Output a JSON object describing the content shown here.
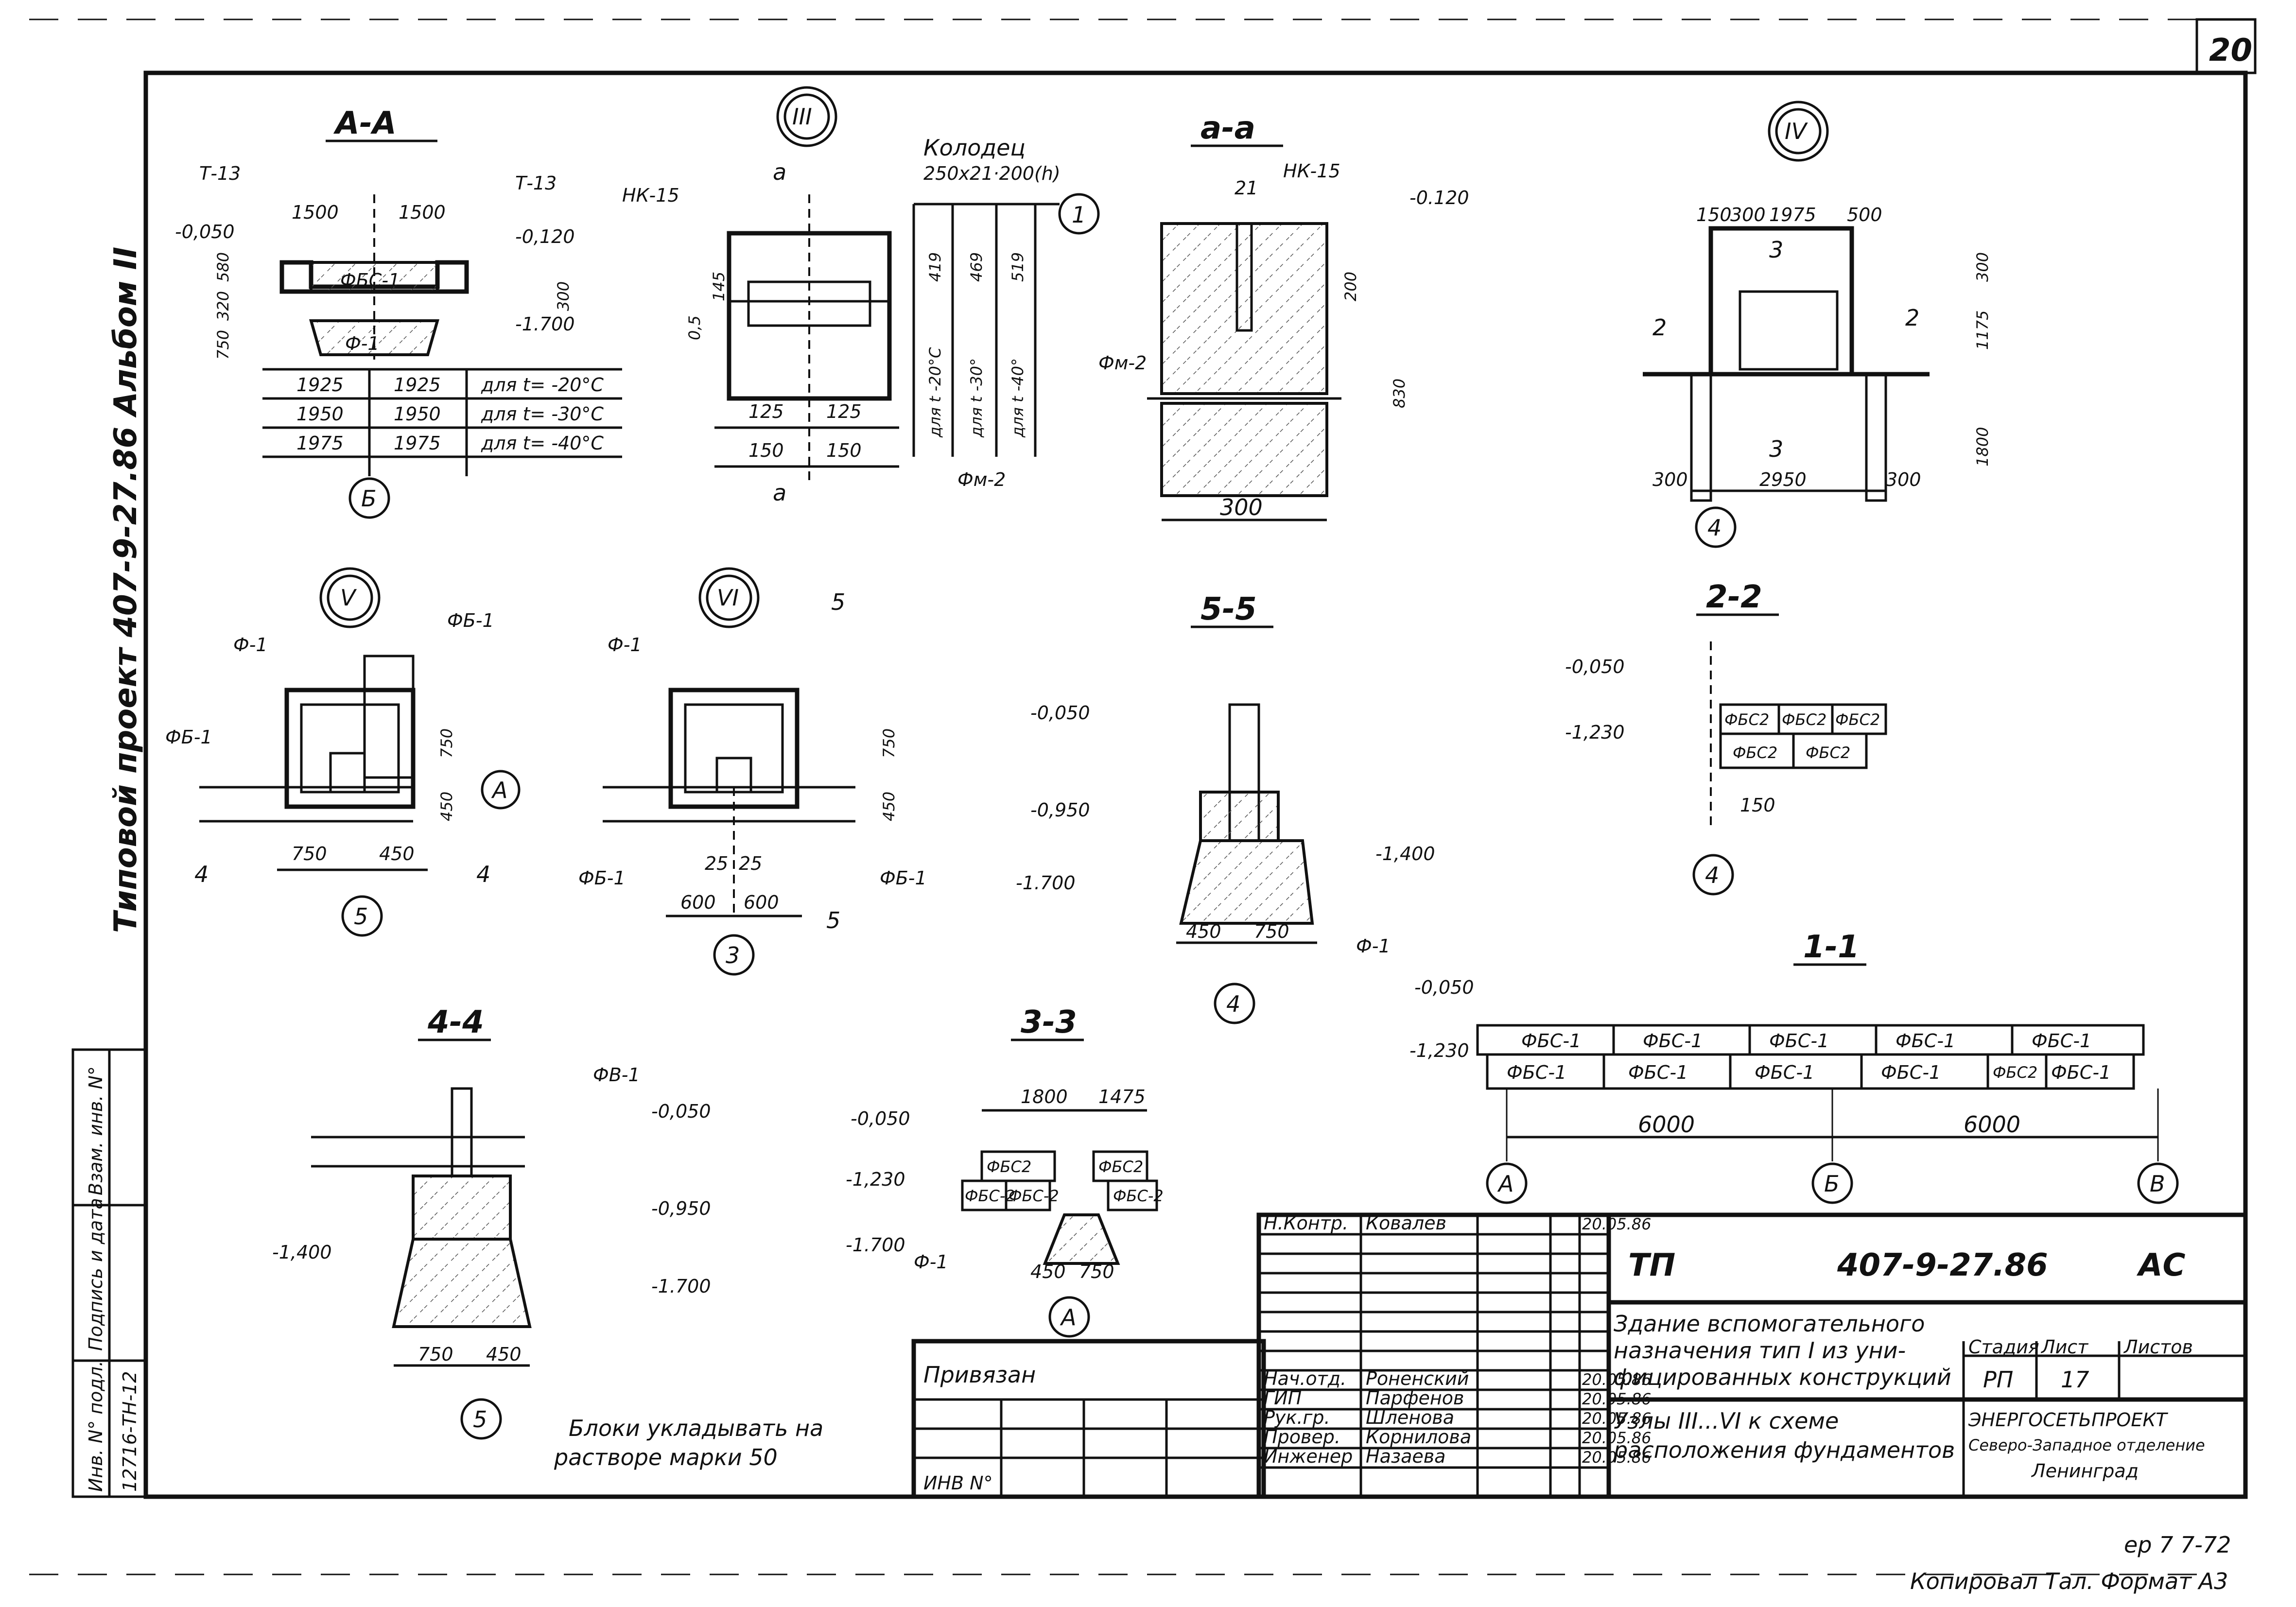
{
  "sheet": {
    "number": "20",
    "side_label": "Типовой проект 407-9-27.86 Альбом II",
    "bottom_note": "Копировал Тал. Формат А3",
    "corner_scribble": "ер 7 7-72"
  },
  "views": {
    "aa": {
      "title": "А-А",
      "t13_left": "Т-13",
      "t13_right": "Т-13",
      "lvl_left": "-0,050",
      "lvl_right": "-0,120",
      "lvl_bottom": "-1.700",
      "dim_1500_l": "1500",
      "dim_1500_r": "1500",
      "fbs": "ФБС-1",
      "f1": "Ф-1",
      "dim_580": "580",
      "dim_320": "320",
      "dim_750": "750",
      "dim_300": "300",
      "table": [
        [
          "1925",
          "1925",
          "для t= -20°С"
        ],
        [
          "1950",
          "1950",
          "для t= -30°С"
        ],
        [
          "1975",
          "1975",
          "для t= -40°С"
        ]
      ],
      "axis": "Б"
    },
    "n3": {
      "roman": "III",
      "well": "Колодец",
      "well_dim": "250x21·200(h)",
      "mark": "1",
      "nk": "НК-15",
      "fm": "Фм-2",
      "cut_a": "а",
      "dim_125_l": "125",
      "dim_125_r": "125",
      "dim_150_l": "150",
      "dim_150_r": "150",
      "dim_145": "145",
      "dim_05": "0,5",
      "depths": [
        "419",
        "469",
        "519"
      ],
      "temps": [
        "для t -20°С",
        "для t -30°",
        "для t -40°"
      ]
    },
    "a_a": {
      "title": "а-а",
      "nk": "НК-15",
      "lvl": "-0.120",
      "dim_21": "21",
      "dim_200": "200",
      "dim_830": "830",
      "fm": "Фм-2",
      "width": "300"
    },
    "n4": {
      "roman": "IV",
      "dims_top": [
        "150",
        "300",
        "1975",
        "500"
      ],
      "sec3": "3",
      "sec2": "2",
      "dim_300": "300",
      "dim_1175": "1175",
      "dim_1800": "1800",
      "bottom": [
        "300",
        "2950",
        "300"
      ],
      "axis": "4"
    },
    "n5": {
      "roman": "V",
      "fb1_top": "ФБ-1",
      "f1": "Ф-1",
      "fb1_left": "ФБ-1",
      "dim_750": "750",
      "dim_450": "450",
      "bot_750": "750",
      "bot_450": "450",
      "axis_a": "А",
      "axis_5": "5",
      "sec4": "4"
    },
    "n6": {
      "roman": "VI",
      "f1": "Ф-1",
      "fb1_l": "ФБ-1",
      "fb1_r": "ФБ-1",
      "dim_750": "750",
      "dim_450": "450",
      "dims_25": [
        "25",
        "25"
      ],
      "dims_600": [
        "600",
        "600"
      ],
      "axis": "3",
      "sec5": "5"
    },
    "s55": {
      "title": "5-5",
      "lvls": [
        "-0,050",
        "-0,950",
        "-1.700",
        "-1,400"
      ],
      "dims": [
        "450",
        "750"
      ],
      "f1": "Ф-1",
      "axis": "4"
    },
    "s22": {
      "title": "2-2",
      "lvls": [
        "-0,050",
        "-1,230"
      ],
      "blocks_top": [
        "ФБС2",
        "ФБС2",
        "ФБС2"
      ],
      "blocks_bot": [
        "ФБС2",
        "ФБС2"
      ],
      "dim": "150",
      "axis": "4"
    },
    "s11": {
      "title": "1-1",
      "lvls": [
        "-0,050",
        "-1,230"
      ],
      "row_top": [
        "ФБС-1",
        "ФБС-1",
        "ФБС-1",
        "ФБС-1",
        "ФБС-1"
      ],
      "row_bot": [
        "ФБС-1",
        "ФБС-1",
        "ФБС-1",
        "ФБС-1",
        "ФБС2",
        "ФБС-1"
      ],
      "spans": [
        "6000",
        "6000"
      ],
      "axes": [
        "А",
        "Б",
        "В"
      ]
    },
    "s44": {
      "title": "4-4",
      "fv": "ФВ-1",
      "lvls": [
        "-0,050",
        "-0,950",
        "-1,400",
        "-1.700"
      ],
      "dims": [
        "750",
        "450"
      ],
      "axis": "5"
    },
    "s33": {
      "title": "3-3",
      "dims_top": [
        "1800",
        "1475"
      ],
      "lvls": [
        "-0,050",
        "-1,230",
        "-1.700"
      ],
      "blocks": [
        "ФБС2",
        "ФБС2",
        "ФБС-2",
        "ФБС-2",
        "ФБС-2"
      ],
      "f1": "Ф-1",
      "dims_bot": [
        "450",
        "750"
      ],
      "axis": "А"
    },
    "note": [
      "Блоки укладывать на",
      "растворе марки 50"
    ]
  },
  "left_strip": [
    "Взам. инв. N°",
    "Подпись и дата",
    "Инв. N° подл.",
    "12716-ТН-12"
  ],
  "title_block": {
    "tied": "Привязан",
    "inv": "ИНВ N°",
    "roles": [
      "Н.Контр.",
      "",
      "",
      "",
      "Нач.отд.",
      "ГИП",
      "Рук.гр.",
      "Провер.",
      "Инженер"
    ],
    "names": [
      "Ковалев",
      "",
      "",
      "",
      "Роненский",
      "Парфенов",
      "Шленова",
      "Корнилова",
      "Назаева"
    ],
    "dates": [
      "20.05.86",
      "",
      "",
      "",
      "20.05.86",
      "20.05.86",
      "20.05.86",
      "20.05.86",
      "20.05.86"
    ],
    "tp": "ТП",
    "code": "407-9-27.86",
    "ac": "АС",
    "title": [
      "Здание вспомогательного",
      "назначения тип I из уни-",
      "фицированных конструкций"
    ],
    "sheet_title": [
      "Узлы III...VI к схеме",
      "расположения фундаментов"
    ],
    "stage_h": "Стадия",
    "sheet_h": "Лист",
    "sheets_h": "Листов",
    "stage": "РП",
    "sheet": "17",
    "org": [
      "ЭНЕРГОСЕТЬПРОЕКТ",
      "Северо-Западное отделение",
      "Ленинград"
    ]
  }
}
